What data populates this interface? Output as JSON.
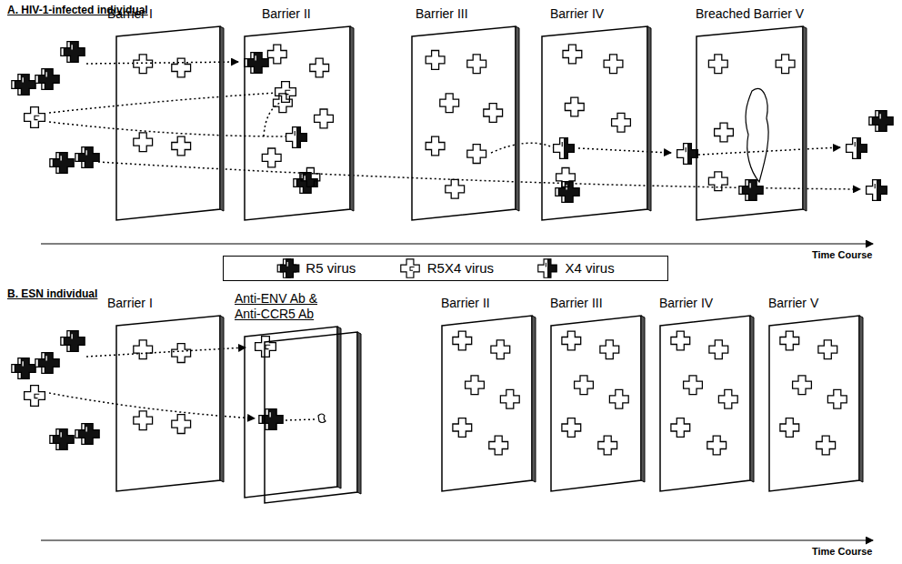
{
  "diagram": {
    "nodes": [
      {
        "text": [
          "Barrier I"
        ]
      },
      {
        "text": [
          "Barrier II"
        ]
      },
      {
        "text": [
          "Barrier III"
        ]
      },
      {
        "text": [
          "Barrier IV"
        ]
      },
      {
        "text": [
          "Breached Barrier V"
        ]
      },
      {
        "text": [
          "Barrier I"
        ]
      },
      {
        "text": [
          "Anti-ENV Ab & Anti-CCR5 Ab"
        ]
      },
      {
        "text": [
          "Barrier II"
        ]
      },
      {
        "text": [
          "Barrier III"
        ]
      },
      {
        "text": [
          "Barrier IV"
        ]
      },
      {
        "text": [
          "Barrier V"
        ]
      }
    ],
    "labels": [
      "A. HIV-1-infected individual",
      "Time Course",
      "B. ESN individual",
      "Time Course"
    ],
    "legend": [
      {
        "text": "R5 virus"
      },
      {
        "text": "R5X4 virus"
      },
      {
        "text": "X4 virus"
      }
    ]
  }
}
